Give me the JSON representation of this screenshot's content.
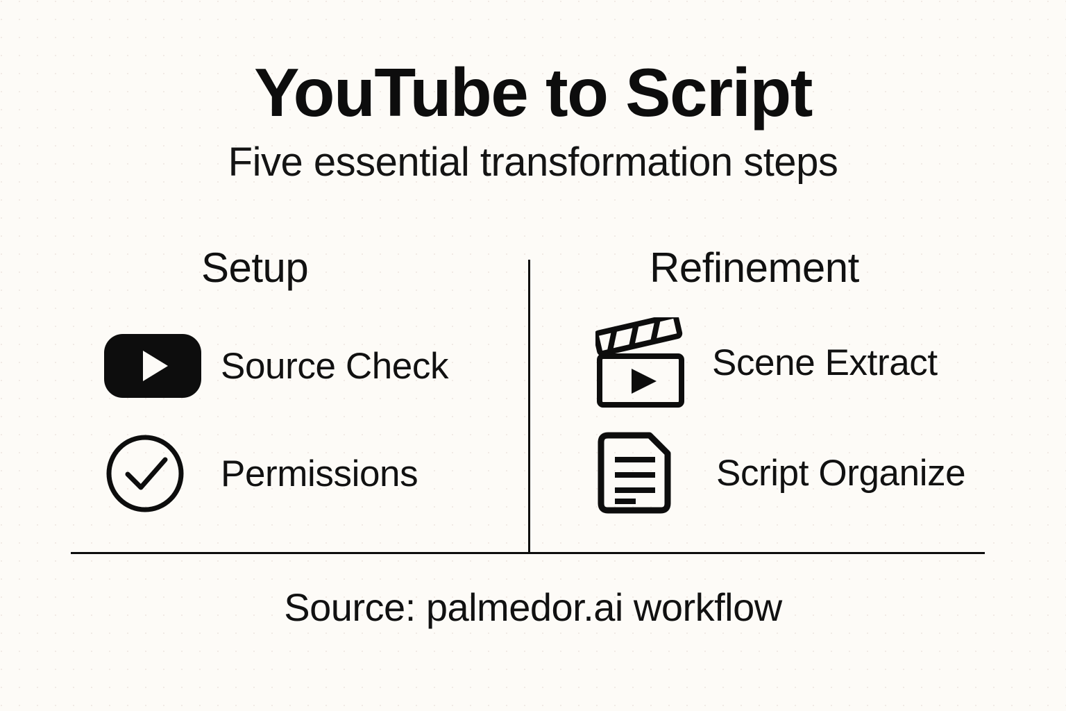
{
  "header": {
    "title": "YouTube to Script",
    "subtitle": "Five essential transformation steps"
  },
  "columns": [
    {
      "heading": "Setup",
      "items": [
        {
          "icon": "youtube-play-icon",
          "label": "Source Check"
        },
        {
          "icon": "check-circle-icon",
          "label": "Permissions"
        }
      ]
    },
    {
      "heading": "Refinement",
      "items": [
        {
          "icon": "clapperboard-icon",
          "label": "Scene Extract"
        },
        {
          "icon": "document-lines-icon",
          "label": "Script Organize"
        }
      ]
    }
  ],
  "footer": {
    "source": "Source: palmedor.ai workflow"
  },
  "colors": {
    "background": "#FDFBF7",
    "ink": "#0D0D0D",
    "text": "#111111"
  }
}
